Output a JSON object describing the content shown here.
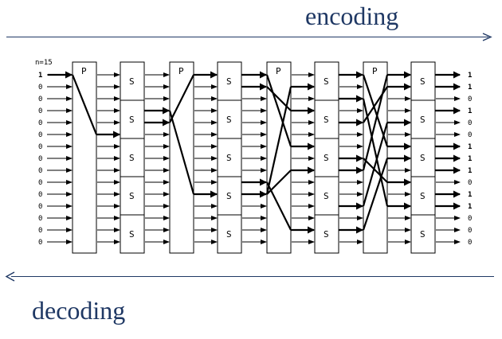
{
  "top_direction": "encoding",
  "bottom_direction": "decoding",
  "n_label": "n=15",
  "input_bits": [
    "1",
    "0",
    "0",
    "0",
    "0",
    "0",
    "0",
    "0",
    "0",
    "0",
    "0",
    "0",
    "0",
    "0",
    "0"
  ],
  "output_bits": [
    "1",
    "1",
    "0",
    "1",
    "0",
    "0",
    "1",
    "1",
    "1",
    "0",
    "1",
    "1",
    "0",
    "0",
    "0"
  ],
  "stages": [
    "P",
    "S",
    "P",
    "S",
    "P",
    "S",
    "P",
    "S"
  ],
  "permutation_label": "P",
  "substitution_label": "S",
  "colors": {
    "label": "#1f3864",
    "lines": "#000000"
  }
}
